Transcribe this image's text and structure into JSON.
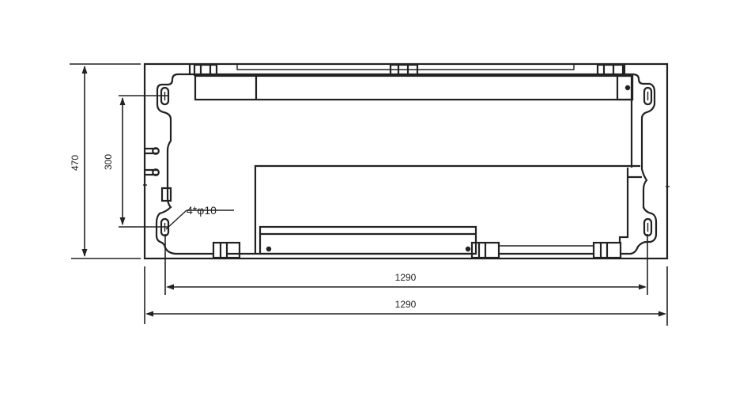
{
  "dimensions": {
    "height_overall": "470",
    "height_mount": "300",
    "width_mount": "1290",
    "width_overall": "1290"
  },
  "callouts": {
    "hole_spec": "4*φ10"
  }
}
